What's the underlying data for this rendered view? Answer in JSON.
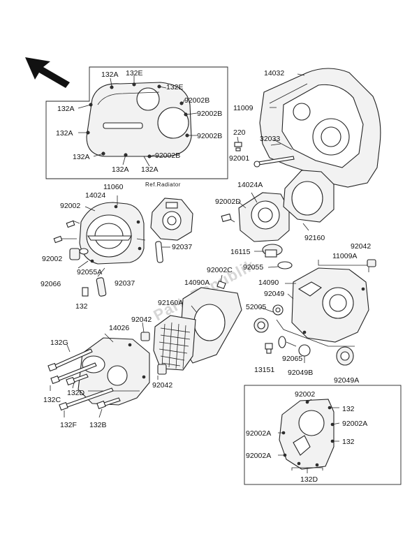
{
  "watermark": "PartsRepublik",
  "ref_note": "Ref.Radiator",
  "labels": {
    "l132a_1": "132A",
    "l132e_1": "132E",
    "l132e_2": "132E",
    "l132a_2": "132A",
    "l92002b_1": "92002B",
    "l92002b_2": "92002B",
    "l132a_3": "132A",
    "l92002b_3": "92002B",
    "l132a_4": "132A",
    "l92002b_4": "92002B",
    "l132a_5": "132A",
    "l132a_6": "132A",
    "l14032": "14032",
    "l11009": "11009",
    "l220": "220",
    "l32033": "32033",
    "l92001": "92001",
    "l11060": "11060",
    "l14024": "14024",
    "l92002_1": "92002",
    "l92002_2": "92002",
    "l92055a": "92055A",
    "l92066": "92066",
    "l92037_1": "92037",
    "l132_1": "132",
    "l92037_2": "92037",
    "l14024a": "14024A",
    "l92002d": "92002D",
    "l92160": "92160",
    "l16115": "16115",
    "l92055": "92055",
    "l92042_1": "92042",
    "l11009a": "11009A",
    "l14090": "14090",
    "l92049": "92049",
    "l14090a": "14090A",
    "l92002c": "92002C",
    "l92160a": "92160A",
    "l52005": "52005",
    "l92065": "92065",
    "l13151": "13151",
    "l92049b": "92049B",
    "l92049a": "92049A",
    "l92042_2": "92042",
    "l14026": "14026",
    "l132g": "132G",
    "l132d_1": "132D",
    "l132c": "132C",
    "l92042_3": "92042",
    "l132f": "132F",
    "l132b": "132B",
    "l92002_3": "92002",
    "l132_2": "132",
    "l92002a_1": "92002A",
    "l92002a_2": "92002A",
    "l132_3": "132",
    "l92002a_3": "92002A",
    "l132d_2": "132D"
  }
}
